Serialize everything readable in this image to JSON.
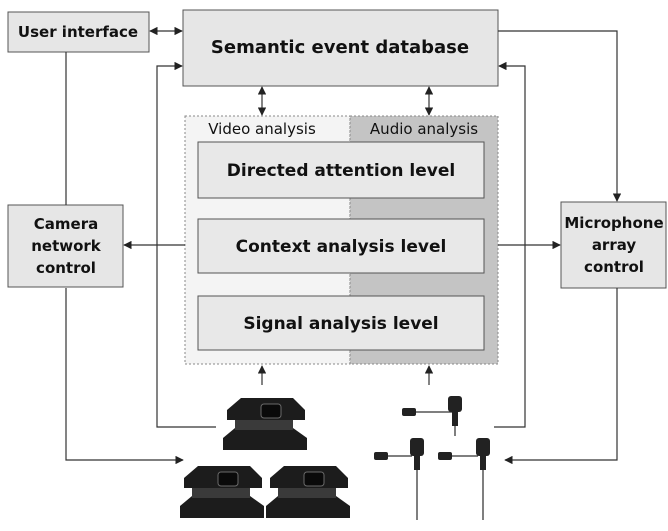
{
  "boxes": {
    "user_interface": "User interface",
    "semantic_db": "Semantic event database",
    "camera_control": [
      "Camera",
      "network",
      "control"
    ],
    "mic_control": [
      "Microphone",
      "array",
      "control"
    ]
  },
  "panels": {
    "video": "Video analysis",
    "audio": "Audio analysis"
  },
  "levels": {
    "directed_attention": "Directed attention level",
    "context_analysis": "Context analysis level",
    "signal_analysis": "Signal analysis level"
  },
  "icons": {
    "cameras": "pan-tilt-camera-icon",
    "microphones": "lavalier-microphone-icon"
  }
}
